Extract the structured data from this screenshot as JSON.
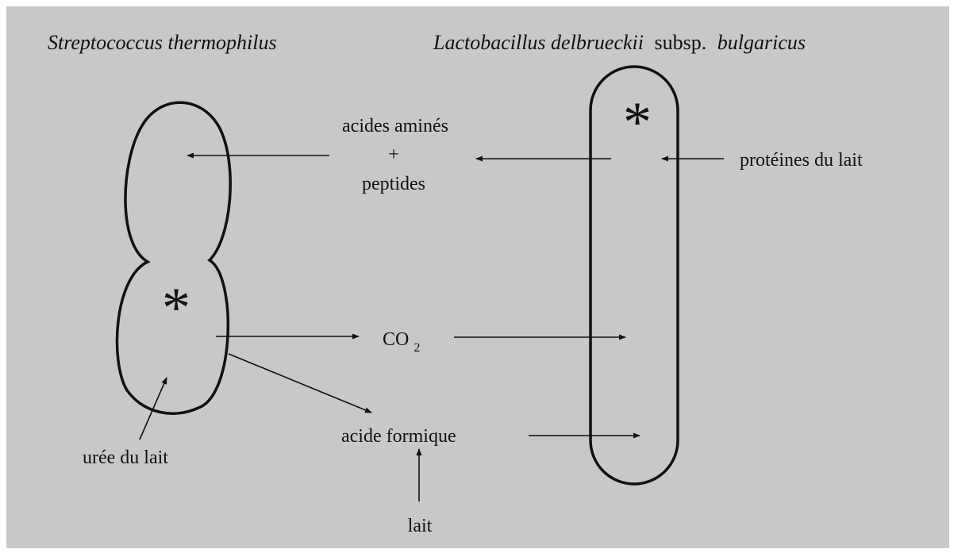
{
  "colors": {
    "background": "#c8c8c8",
    "ink": "#111111",
    "frame": "#ffffff"
  },
  "labels": {
    "left_organism": "Streptococcus thermophilus",
    "right_organism_genus_species": "Lactobacillus delbrueckii",
    "right_organism_subsp": "subsp.",
    "right_organism_variety": "bulgaricus",
    "amino_acids": "acides aminés",
    "plus": "+",
    "peptides": "peptides",
    "milk_proteins": "protéines du lait",
    "co2_main": "CO",
    "co2_sub": "2",
    "formic_acid": "acide formique",
    "milk_urea": "urée du lait",
    "milk": "lait",
    "asterisk_left": "*",
    "asterisk_right": "*"
  }
}
